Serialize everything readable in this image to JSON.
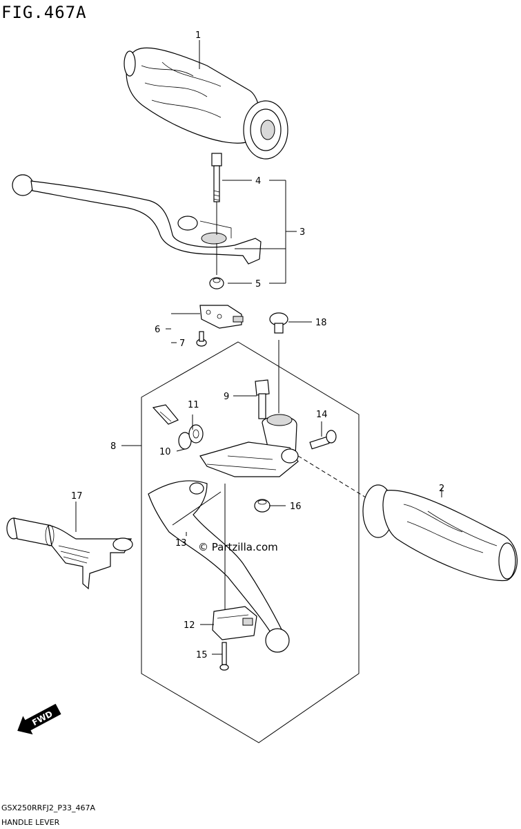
{
  "title": "FIG.467A",
  "watermark": "© Partzilla.com",
  "fwd_label": "FWD",
  "footer": {
    "model_code": "GSX250RRFJ2_P33_467A",
    "section": "HANDLE LEVER"
  },
  "callouts": [
    {
      "number": "1",
      "part": "grip-left-throttle"
    },
    {
      "number": "2",
      "part": "grip-right"
    },
    {
      "number": "3",
      "part": "lever-assembly"
    },
    {
      "number": "4",
      "part": "pivot-bolt"
    },
    {
      "number": "5",
      "part": "nut"
    },
    {
      "number": "6",
      "part": "switch"
    },
    {
      "number": "7",
      "part": "screw"
    },
    {
      "number": "8",
      "part": "lever-group"
    },
    {
      "number": "9",
      "part": "pivot-bolt"
    },
    {
      "number": "10",
      "part": "washer"
    },
    {
      "number": "11",
      "part": "washer"
    },
    {
      "number": "12",
      "part": "switch"
    },
    {
      "number": "13",
      "part": "lever"
    },
    {
      "number": "14",
      "part": "bolt"
    },
    {
      "number": "15",
      "part": "screw"
    },
    {
      "number": "16",
      "part": "nut"
    },
    {
      "number": "17",
      "part": "bracket-assembly"
    },
    {
      "number": "18",
      "part": "cap"
    }
  ]
}
